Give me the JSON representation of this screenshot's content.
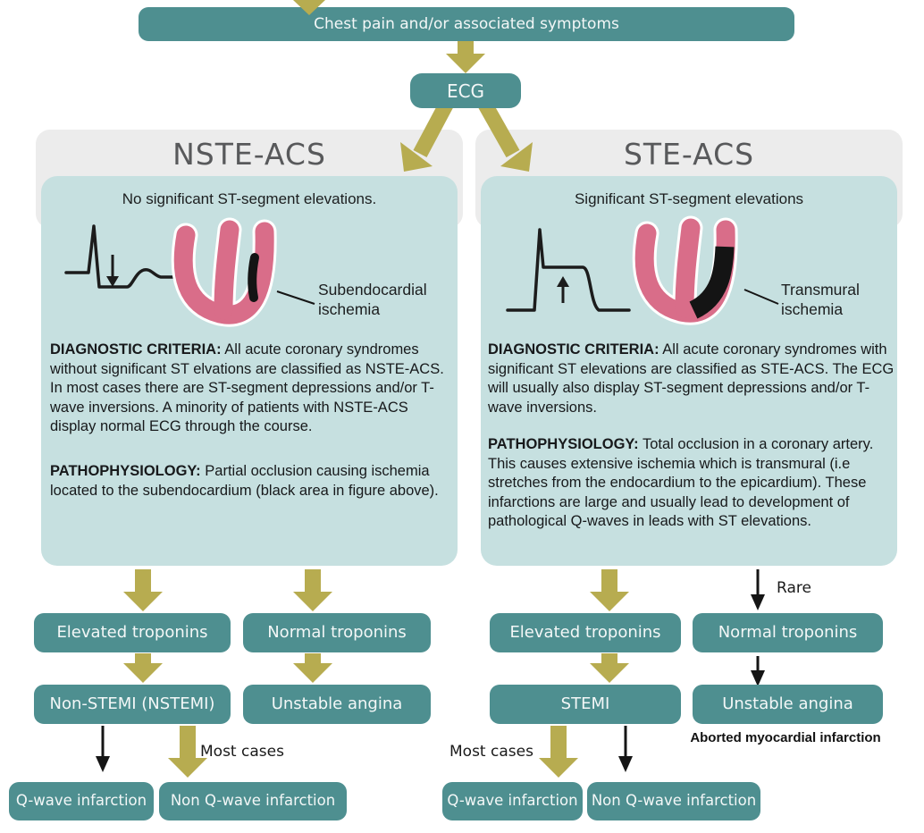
{
  "colors": {
    "teal": "#4e8f90",
    "olive": "#b7ac50",
    "pink": "#d96d89",
    "panelbody": "#c6e0e0",
    "panelhead": "#ececec",
    "ink": "#1c1e1f"
  },
  "flow": {
    "chest_pain": "Chest pain and/or associated symptoms",
    "ecg": "ECG"
  },
  "nste": {
    "title": "NSTE-ACS",
    "subtitle": "No significant ST-segment elevations.",
    "ischemia_label": "Subendocardial ischemia",
    "diagnostic_label": "DIAGNOSTIC CRITERIA:",
    "diagnostic_text": " All acute coronary syndromes without significant ST elvations are classified as NSTE-ACS. In most cases there are ST-segment depressions and/or T-wave inversions. A minority of patients with NSTE-ACS display normal ECG through the course.",
    "patho_label": "PATHOPHYSIOLOGY:",
    "patho_text": " Partial occlusion causing ischemia located to the subendocardium (black area in figure above).",
    "elevated": "Elevated troponins",
    "normal": "Normal troponins",
    "nstemi": "Non-STEMI (NSTEMI)",
    "unstable": "Unstable angina",
    "most_cases": "Most cases",
    "qwave": "Q-wave infarction",
    "non_qwave": "Non Q-wave infarction"
  },
  "ste": {
    "title": "STE-ACS",
    "subtitle": "Significant ST-segment elevations",
    "ischemia_label": "Transmural ischemia",
    "diagnostic_label": "DIAGNOSTIC CRITERIA:",
    "diagnostic_text": " All acute coronary syndromes with significant ST elevations are classified as STE-ACS. The ECG will usually also display ST-segment depressions and/or T-wave  inversions.",
    "patho_label": "PATHOPHYSIOLOGY:",
    "patho_text": " Total occlusion in a coronary artery. This causes extensive ischemia which is transmural (i.e stretches from the endocardium to the epicardium). These infarctions are large and usually lead to development of pathological Q-waves in leads with ST elevations.",
    "elevated": "Elevated troponins",
    "normal": "Normal troponins",
    "rare": "Rare",
    "stemi": "STEMI",
    "unstable": "Unstable angina",
    "aborted": "Aborted myocardial infarction",
    "most_cases": "Most cases",
    "qwave": "Q-wave infarction",
    "non_qwave": "Non Q-wave infarction"
  }
}
